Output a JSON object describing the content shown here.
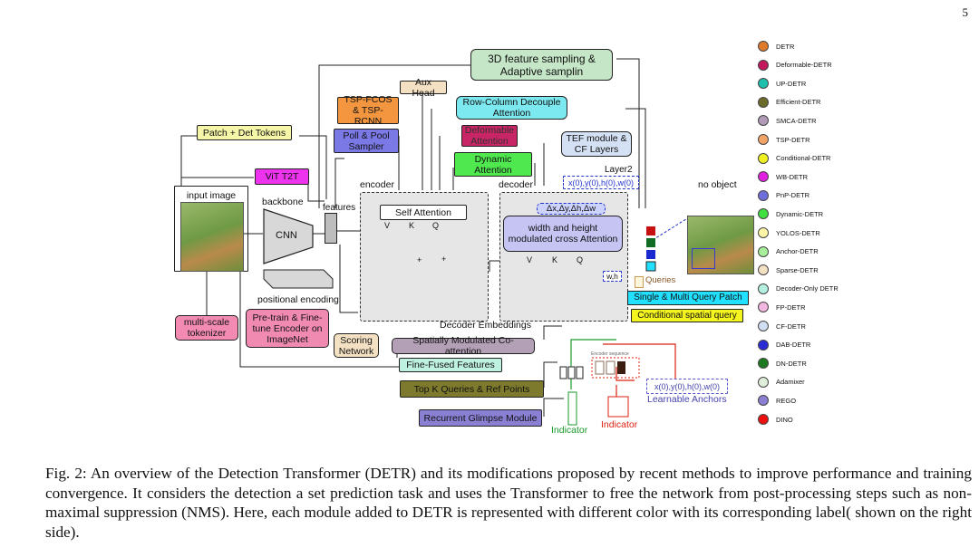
{
  "page_number": "5",
  "diagram": {
    "input_image": "input image",
    "backbone": "backbone",
    "cnn": "CNN",
    "features": "features",
    "positional_encoding": "positional encoding",
    "encoder": "encoder",
    "decoder": "decoder",
    "self_attention": "Self Attention",
    "v": "V",
    "k": "K",
    "q": "Q",
    "plus": "+",
    "wh_cross": "width and height modulated cross Attention",
    "deltas": "Δx,Δy,Δh,Δw",
    "layer2": "Layer2",
    "xywh": "x(0),y(0),h(0),w(0)",
    "w_h": "w,h",
    "queries": "Queries",
    "no_object": "no object",
    "decoder_embeddings": "Decoder Embeddings",
    "learnable_anchors": "Learnable Anchors",
    "indicator_1": "Indicator",
    "indicator_2": "Indicator",
    "encoder_seq": "Encoder sequence",
    "modules": {
      "sampling_3d": "3D feature sampling & Adaptive samplin",
      "aux_head": "Aux Head",
      "tsp_fcos": "TSP-FCOS & TSP-RCNN",
      "row_col": "Row-Column Decouple Attention",
      "patch_det": "Patch + Det Tokens",
      "poll_pool": "Poll & Pool Sampler",
      "deformable_attn": "Deformable Attention",
      "tef": "TEF module & CF Layers",
      "dynamic_attn": "Dynamic Attention",
      "vit_t2t": "ViT T2T",
      "multiscale": "multi-scale tokenizer",
      "pretrain": "Pre-train & Fine-tune Encoder on ImageNet",
      "scoring": "Scoring Network",
      "spatially_mod": "Spatially Modulated Co-attention",
      "fine_fused": "Fine-Fused Features",
      "topk": "Top K Queries & Ref Points",
      "recurrent": "Recurrent Glimpse Module",
      "single_multi": "Single & Multi Query Patch",
      "conditional": "Conditional spatial query"
    }
  },
  "legend": [
    {
      "name": "DETR",
      "color": "#e07a2b"
    },
    {
      "name": "Deformable-DETR",
      "color": "#c2185b"
    },
    {
      "name": "UP-DETR",
      "color": "#1fbfae"
    },
    {
      "name": "Efficient-DETR",
      "color": "#6b6b2a"
    },
    {
      "name": "SMCA-DETR",
      "color": "#b09ab5"
    },
    {
      "name": "TSP-DETR",
      "color": "#f5a467"
    },
    {
      "name": "Conditional-DETR",
      "color": "#f0f020"
    },
    {
      "name": "WB-DETR",
      "color": "#e020e0"
    },
    {
      "name": "PnP-DETR",
      "color": "#6f6fdc"
    },
    {
      "name": "Dynamic-DETR",
      "color": "#40e040"
    },
    {
      "name": "YOLOS-DETR",
      "color": "#fff6a8"
    },
    {
      "name": "Anchor-DETR",
      "color": "#a8ef9a"
    },
    {
      "name": "Sparse-DETR",
      "color": "#f4e1c4"
    },
    {
      "name": "Decoder-Only DETR",
      "color": "#b5f1e0"
    },
    {
      "name": "FP-DETR",
      "color": "#f3b8e0"
    },
    {
      "name": "CF-DETR",
      "color": "#d2def2"
    },
    {
      "name": "DAB-DETR",
      "color": "#2b2bd6"
    },
    {
      "name": "DN-DETR",
      "color": "#1b7a20"
    },
    {
      "name": "Adamixer",
      "color": "#dfeedb"
    },
    {
      "name": "REGO",
      "color": "#8a7fd1"
    },
    {
      "name": "DINO",
      "color": "#ee1010"
    }
  ],
  "caption": "Fig. 2: An overview of the Detection Transformer (DETR) and its modifications proposed by recent methods to improve performance and training convergence. It considers the detection a set prediction task and uses the Transformer to free the network from post-processing steps such as non-maximal suppression (NMS). Here, each module added to DETR is represented with different color with its corresponding label( shown on the right side)."
}
